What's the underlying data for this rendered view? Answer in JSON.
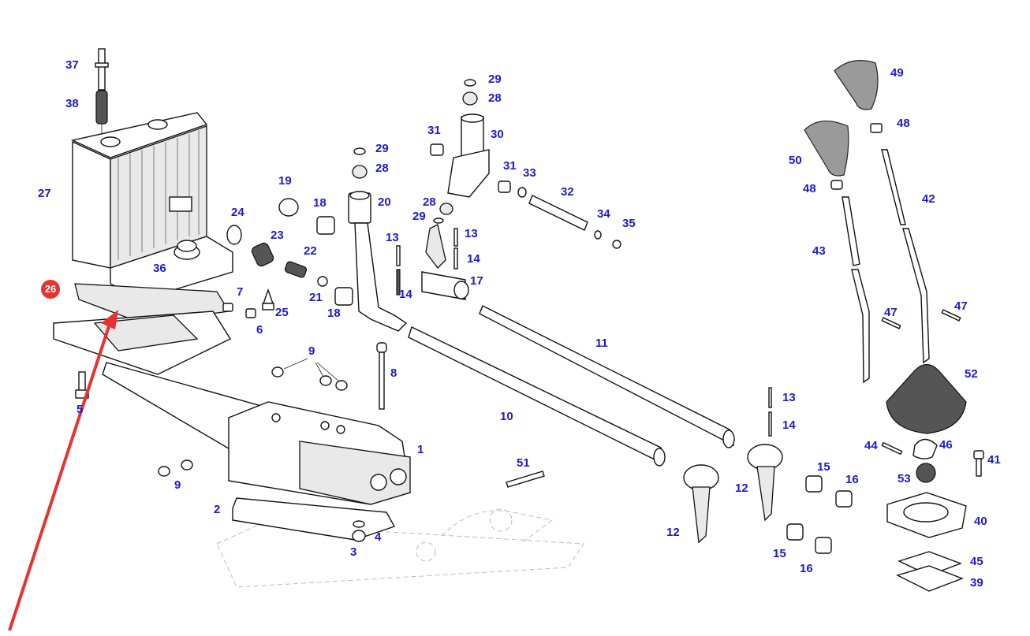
{
  "diagram": {
    "type": "exploded-parts-diagram",
    "subject": "Gear shift lever / shifter housing assembly",
    "highlight": {
      "part_number": "26",
      "badge_color": "#e8322f",
      "arrow_color": "#e8322f",
      "description": "Red arrow points to gasket (part 26) under shifter housing"
    },
    "label_color": "#1a1ad6",
    "labels": [
      {
        "id": "l37",
        "text": "37"
      },
      {
        "id": "l38",
        "text": "38"
      },
      {
        "id": "l27",
        "text": "27"
      },
      {
        "id": "l36",
        "text": "36"
      },
      {
        "id": "l7",
        "text": "7"
      },
      {
        "id": "l6",
        "text": "6"
      },
      {
        "id": "l5",
        "text": "5"
      },
      {
        "id": "l24",
        "text": "24"
      },
      {
        "id": "l23",
        "text": "23"
      },
      {
        "id": "l22",
        "text": "22"
      },
      {
        "id": "l25",
        "text": "25"
      },
      {
        "id": "l21",
        "text": "21"
      },
      {
        "id": "l19",
        "text": "19"
      },
      {
        "id": "l18a",
        "text": "18"
      },
      {
        "id": "l18b",
        "text": "18"
      },
      {
        "id": "l20",
        "text": "20"
      },
      {
        "id": "l29a",
        "text": "29"
      },
      {
        "id": "l28a",
        "text": "28"
      },
      {
        "id": "l13a",
        "text": "13"
      },
      {
        "id": "l14a",
        "text": "14"
      },
      {
        "id": "l29b",
        "text": "29"
      },
      {
        "id": "l28b",
        "text": "28"
      },
      {
        "id": "l30",
        "text": "30"
      },
      {
        "id": "l31a",
        "text": "31"
      },
      {
        "id": "l31b",
        "text": "31"
      },
      {
        "id": "l33",
        "text": "33"
      },
      {
        "id": "l32",
        "text": "32"
      },
      {
        "id": "l34",
        "text": "34"
      },
      {
        "id": "l35",
        "text": "35"
      },
      {
        "id": "l28c",
        "text": "28"
      },
      {
        "id": "l29c",
        "text": "29"
      },
      {
        "id": "l13b",
        "text": "13"
      },
      {
        "id": "l14b",
        "text": "14"
      },
      {
        "id": "l17",
        "text": "17"
      },
      {
        "id": "l11",
        "text": "11"
      },
      {
        "id": "l10",
        "text": "10"
      },
      {
        "id": "l9a",
        "text": "9"
      },
      {
        "id": "l9b",
        "text": "9"
      },
      {
        "id": "l8",
        "text": "8"
      },
      {
        "id": "l1",
        "text": "1"
      },
      {
        "id": "l2",
        "text": "2"
      },
      {
        "id": "l3",
        "text": "3"
      },
      {
        "id": "l4",
        "text": "4"
      },
      {
        "id": "l51",
        "text": "51"
      },
      {
        "id": "l12a",
        "text": "12"
      },
      {
        "id": "l12b",
        "text": "12"
      },
      {
        "id": "l13c",
        "text": "13"
      },
      {
        "id": "l14c",
        "text": "14"
      },
      {
        "id": "l15a",
        "text": "15"
      },
      {
        "id": "l16a",
        "text": "16"
      },
      {
        "id": "l15b",
        "text": "15"
      },
      {
        "id": "l16b",
        "text": "16"
      },
      {
        "id": "l49",
        "text": "49"
      },
      {
        "id": "l48a",
        "text": "48"
      },
      {
        "id": "l50",
        "text": "50"
      },
      {
        "id": "l48b",
        "text": "48"
      },
      {
        "id": "l42",
        "text": "42"
      },
      {
        "id": "l43",
        "text": "43"
      },
      {
        "id": "l47a",
        "text": "47"
      },
      {
        "id": "l47b",
        "text": "47"
      },
      {
        "id": "l52",
        "text": "52"
      },
      {
        "id": "l44",
        "text": "44"
      },
      {
        "id": "l46",
        "text": "46"
      },
      {
        "id": "l41",
        "text": "41"
      },
      {
        "id": "l53",
        "text": "53"
      },
      {
        "id": "l40",
        "text": "40"
      },
      {
        "id": "l45",
        "text": "45"
      },
      {
        "id": "l39",
        "text": "39"
      }
    ]
  }
}
